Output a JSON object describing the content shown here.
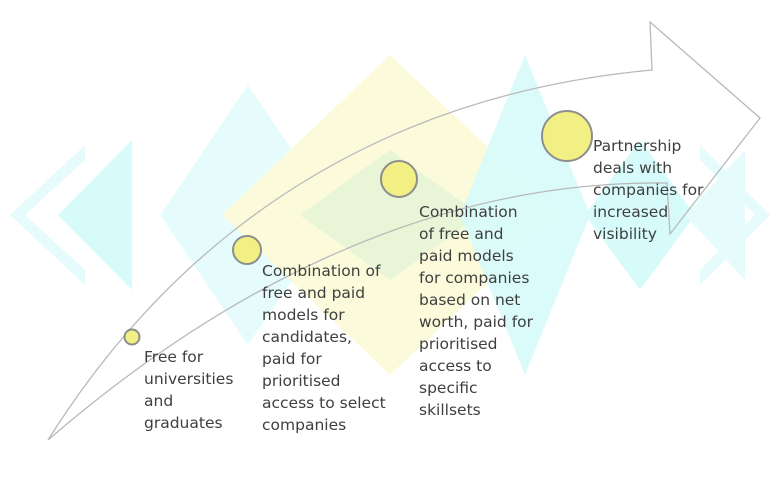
{
  "colors": {
    "background": "#ffffff",
    "arrow_stroke": "#b9b9b9",
    "marker_fill": "#f2ef85",
    "marker_stroke": "#8e8e8e",
    "deco_cyan": "#d7fbfb",
    "deco_cyan_light": "#e6fcfc",
    "deco_yellow": "#fbfbdc",
    "deco_green": "#e3f4d5",
    "text": "#3f3f3f"
  },
  "stages": [
    {
      "marker_size": "small",
      "lines": [
        "Free for",
        "universities",
        "and",
        "graduates"
      ]
    },
    {
      "marker_size": "medium",
      "lines": [
        "Combination of",
        "free and paid",
        "models for",
        "candidates,",
        "paid for",
        "prioritised",
        "access to select",
        "companies"
      ]
    },
    {
      "marker_size": "large",
      "lines": [
        "Combination",
        "of free and",
        "paid models",
        "for companies",
        "based on net",
        "worth, paid for",
        "prioritised",
        "access to",
        "specific",
        "skillsets"
      ]
    },
    {
      "marker_size": "extra-large",
      "lines": [
        "Partnership",
        "deals with",
        "companies for",
        "increased",
        "visibility"
      ]
    }
  ]
}
